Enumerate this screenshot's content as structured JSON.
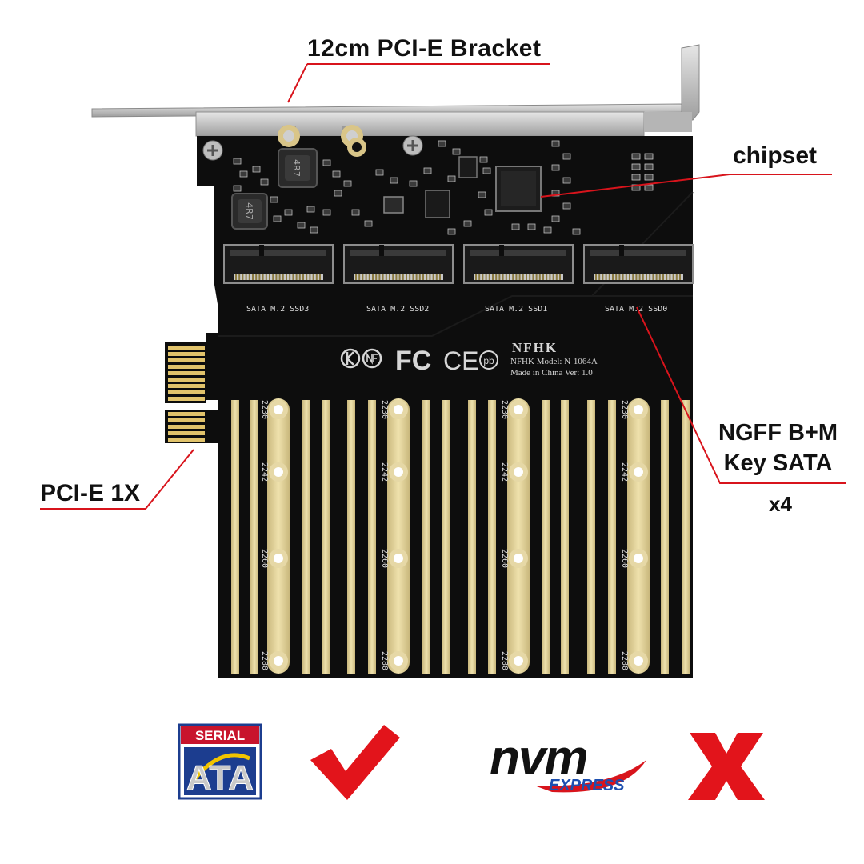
{
  "callouts": {
    "bracket": "12cm PCI-E Bracket",
    "chipset": "chipset",
    "ngff_line1": "NGFF B+M",
    "ngff_line2": "Key SATA",
    "count": "x4",
    "pcie": "PCI-E 1X"
  },
  "board": {
    "brand": "NFHK",
    "model": "NFHK Model: N-1064A",
    "origin": "Made in China Ver: 1.0",
    "cert_fc": "FC",
    "cert_ce": "CE",
    "cert_pb": "pb",
    "slots": [
      {
        "label": "SATA M.2 SSD3"
      },
      {
        "label": "SATA M.2 SSD2"
      },
      {
        "label": "SATA M.2 SSD1"
      },
      {
        "label": "SATA M.2 SSD0"
      }
    ],
    "lengths": [
      "2230",
      "2242",
      "2260",
      "2280"
    ]
  },
  "logos": {
    "sata_top": "SERIAL",
    "sata_main": "ATA",
    "nvm_main": "nvm",
    "nvm_sub": "EXPRESS"
  },
  "colors": {
    "pcb": "#0d0d0d",
    "gold": "#e3d49e",
    "bracket": "#c9c9c9",
    "red_line": "#d8141c",
    "sata_blue": "#1c3d8f",
    "sata_red": "#c8142c",
    "nvm_blue": "#1d4fb0"
  }
}
